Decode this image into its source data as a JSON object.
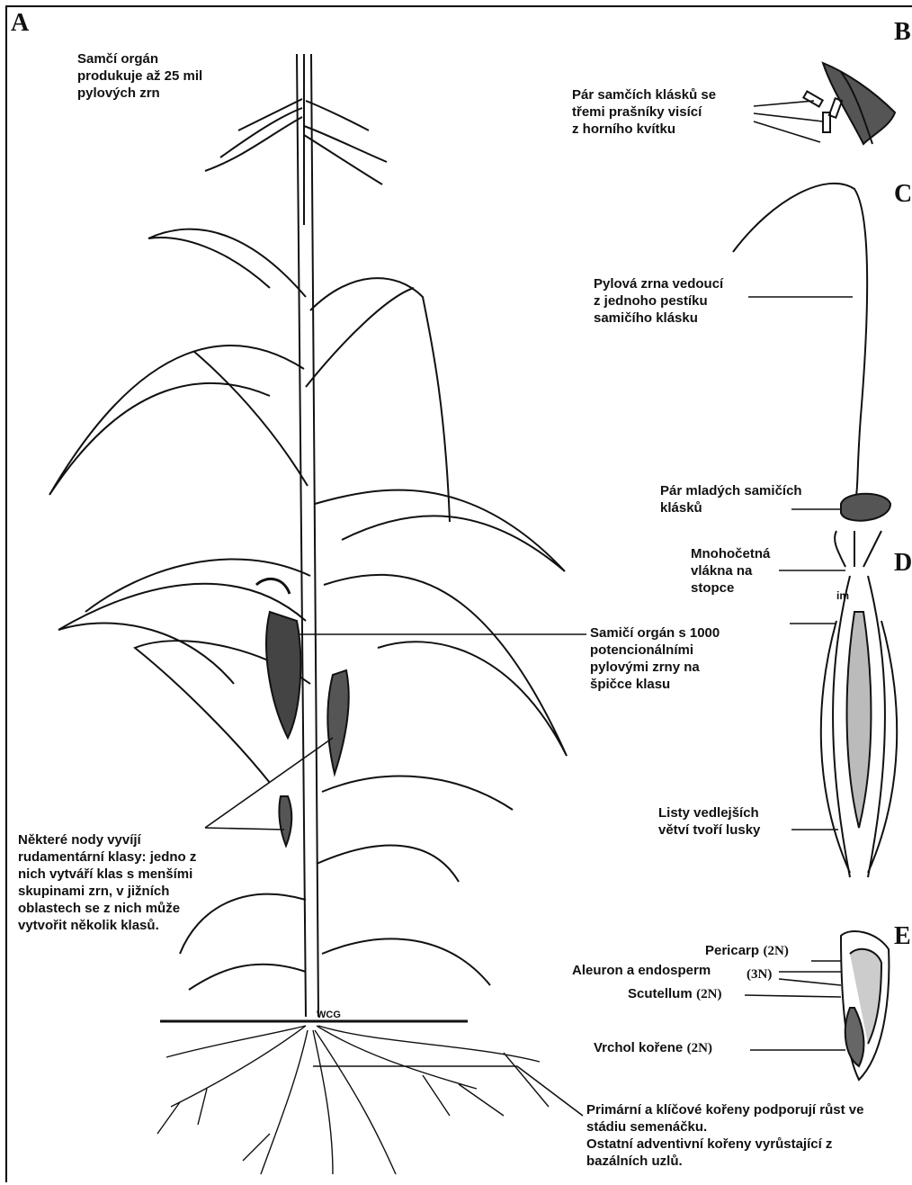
{
  "panels": {
    "a": "A",
    "b": "B",
    "c": "C",
    "d": "D",
    "e": "E"
  },
  "labels": {
    "male_organ": "Samčí orgán\nprodukuje až 25 mil\npylových zrn",
    "male_spikelets": "Pár samčích klásků se\ntřemi prašníky visící\nz horního kvítku",
    "pollen_tube": "Pylová zrna vedoucí\nz jednoho pestíku\nsamičího klásku",
    "young_female": "Pár mladých samičích\nklásků",
    "silks": "Mnohočetná\nvlákna na\nstopce",
    "female_organ": "Samičí orgán s 1000\npotencionálními\npylovými zrny na\nšpičce klasu",
    "husks": "Listy vedlejších\nvětví tvoří lusky",
    "nodes": "Některé nody vyvíjí\nrudamentární klasy: jedno z\nnich vytváří klas s menšími\nskupinami zrn, v jižních\noblastech se z nich může\nvytvořit několik klasů.",
    "roots": "Primární a klíčové kořeny podporují růst ve\nstádiu semenáčku.\nOstatní adventivní kořeny vyrůstající z\nbazálních uzlů."
  },
  "kernel": {
    "pericarp": "Pericarp",
    "pericarp_ploidy": "(2N)",
    "aleurone": "Aleuron a endosperm",
    "aleurone_ploidy": "(3N)",
    "scutellum": "Scutellum",
    "scutellum_ploidy": "(2N)",
    "root_tip": "Vrchol kořene",
    "root_tip_ploidy": "(2N)"
  },
  "artist_mark": "WCG",
  "im_mark": "im"
}
